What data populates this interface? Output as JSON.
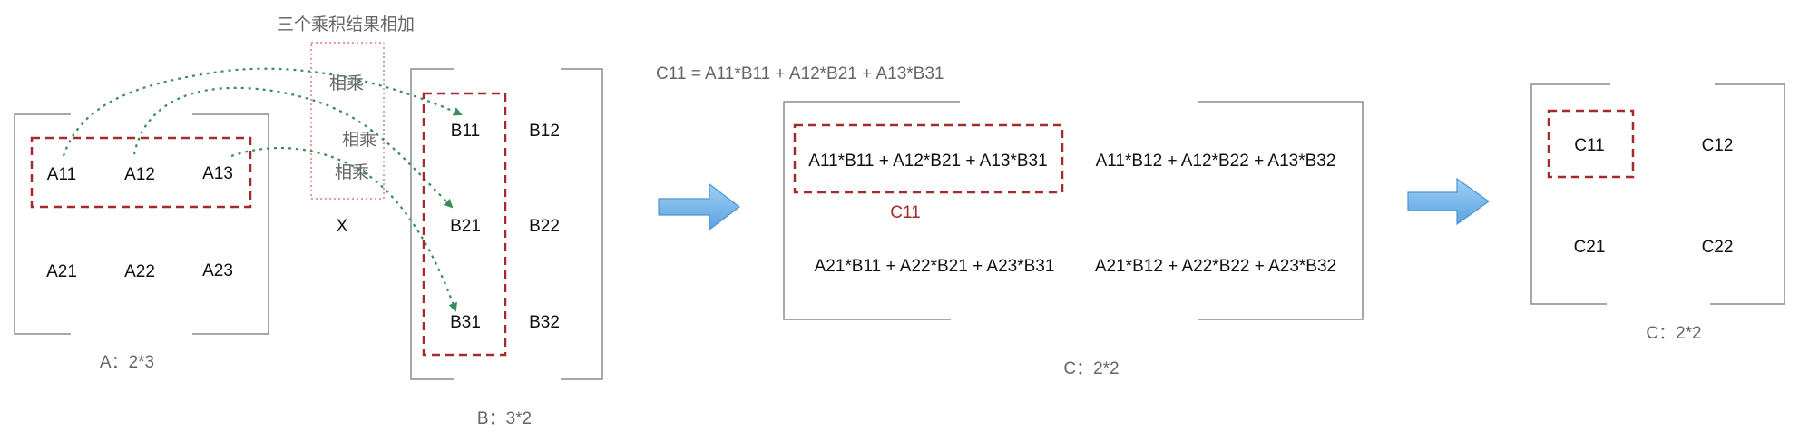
{
  "matrix_a": {
    "cells": [
      [
        "A11",
        "A12",
        "A13"
      ],
      [
        "A21",
        "A22",
        "A23"
      ]
    ],
    "caption": "A：2*3"
  },
  "operator": "X",
  "matrix_b": {
    "cells": [
      [
        "B11",
        "B12"
      ],
      [
        "B21",
        "B22"
      ],
      [
        "B31",
        "B32"
      ]
    ],
    "caption": "B：3*2"
  },
  "annotation": {
    "sum_label": "三个乘积结果相加",
    "multiply_labels": [
      "相乘",
      "相乘",
      "相乘"
    ]
  },
  "formula": "C11 = A11*B11 + A12*B21 + A13*B31",
  "matrix_c_expanded": {
    "cells": [
      [
        "A11*B11 + A12*B21 + A13*B31",
        "A11*B12 + A12*B22 + A13*B32"
      ],
      [
        "A21*B11 + A22*B21 + A23*B31",
        "A21*B12 + A22*B22 + A23*B32"
      ]
    ],
    "highlight_label": "C11",
    "caption": "C：2*2"
  },
  "matrix_c_result": {
    "cells": [
      [
        "C11",
        "C12"
      ],
      [
        "C21",
        "C22"
      ]
    ],
    "caption": "C：2*2"
  },
  "colors": {
    "highlight": "#a52a2a",
    "flow_arrow": "#3a8d5a",
    "block_arrow": "#7fb7ea"
  }
}
